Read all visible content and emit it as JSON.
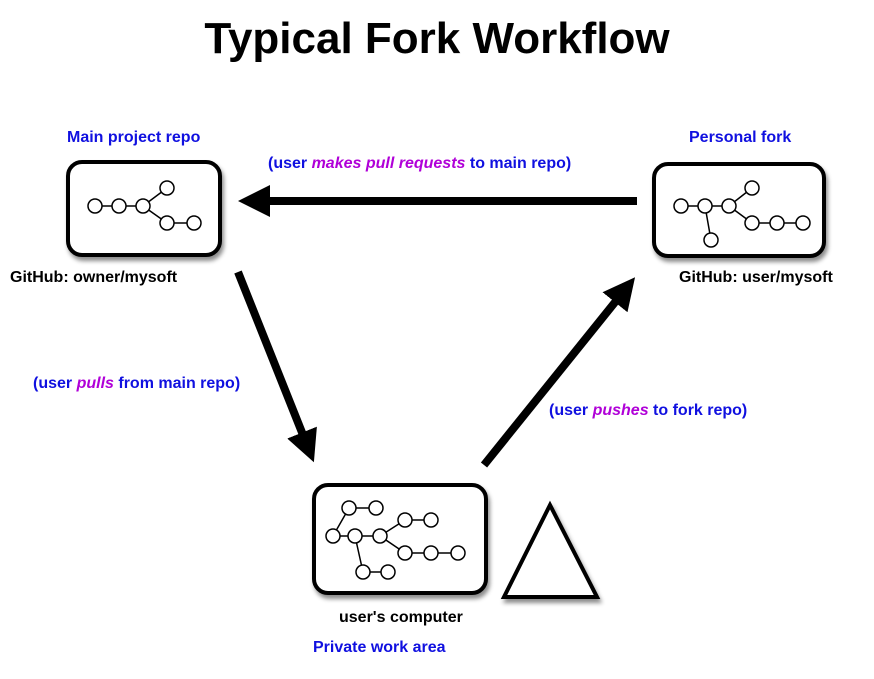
{
  "title": "Typical Fork Workflow",
  "main_repo": {
    "heading": "Main project repo",
    "caption": "GitHub: owner/mysoft"
  },
  "fork": {
    "heading": "Personal fork",
    "caption": "GitHub: user/mysoft"
  },
  "computer": {
    "caption": "user's computer",
    "heading": "Private work area"
  },
  "arrows": {
    "pull_request": {
      "pre": "(user ",
      "em": "makes pull requests",
      "post": " to main repo)"
    },
    "pull": {
      "pre": "(user ",
      "em": "pulls",
      "post": " from main repo)"
    },
    "push": {
      "pre": "(user ",
      "em": "pushes",
      "post": " to fork repo)"
    }
  },
  "colors": {
    "label": "#1010e0",
    "emphasis": "#b000d8"
  }
}
